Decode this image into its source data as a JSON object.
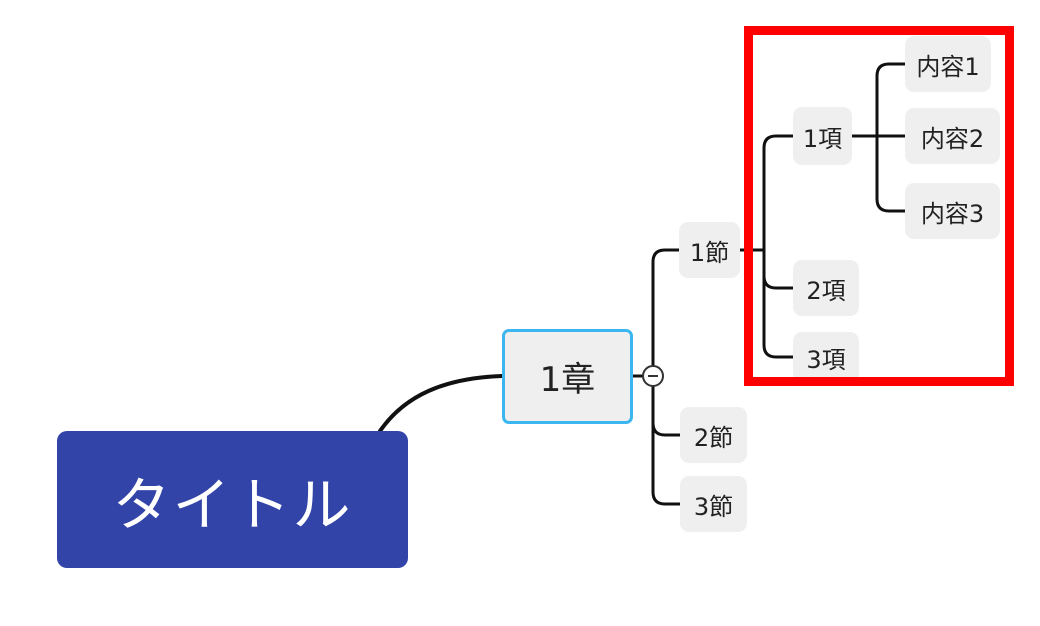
{
  "root": {
    "label": "タイトル"
  },
  "chapter": {
    "label": "1章"
  },
  "sections": [
    {
      "label": "1節"
    },
    {
      "label": "2節"
    },
    {
      "label": "3節"
    }
  ],
  "items": [
    {
      "label": "1項"
    },
    {
      "label": "2項"
    },
    {
      "label": "3項"
    }
  ],
  "contents": [
    {
      "label": "内容1"
    },
    {
      "label": "内容2"
    },
    {
      "label": "内容3"
    }
  ],
  "colors": {
    "root_fill": "#3344a8",
    "node_fill": "#efefef",
    "selection_border": "#3cb6ee",
    "highlight_border": "#ff0000",
    "connector": "#111111"
  }
}
